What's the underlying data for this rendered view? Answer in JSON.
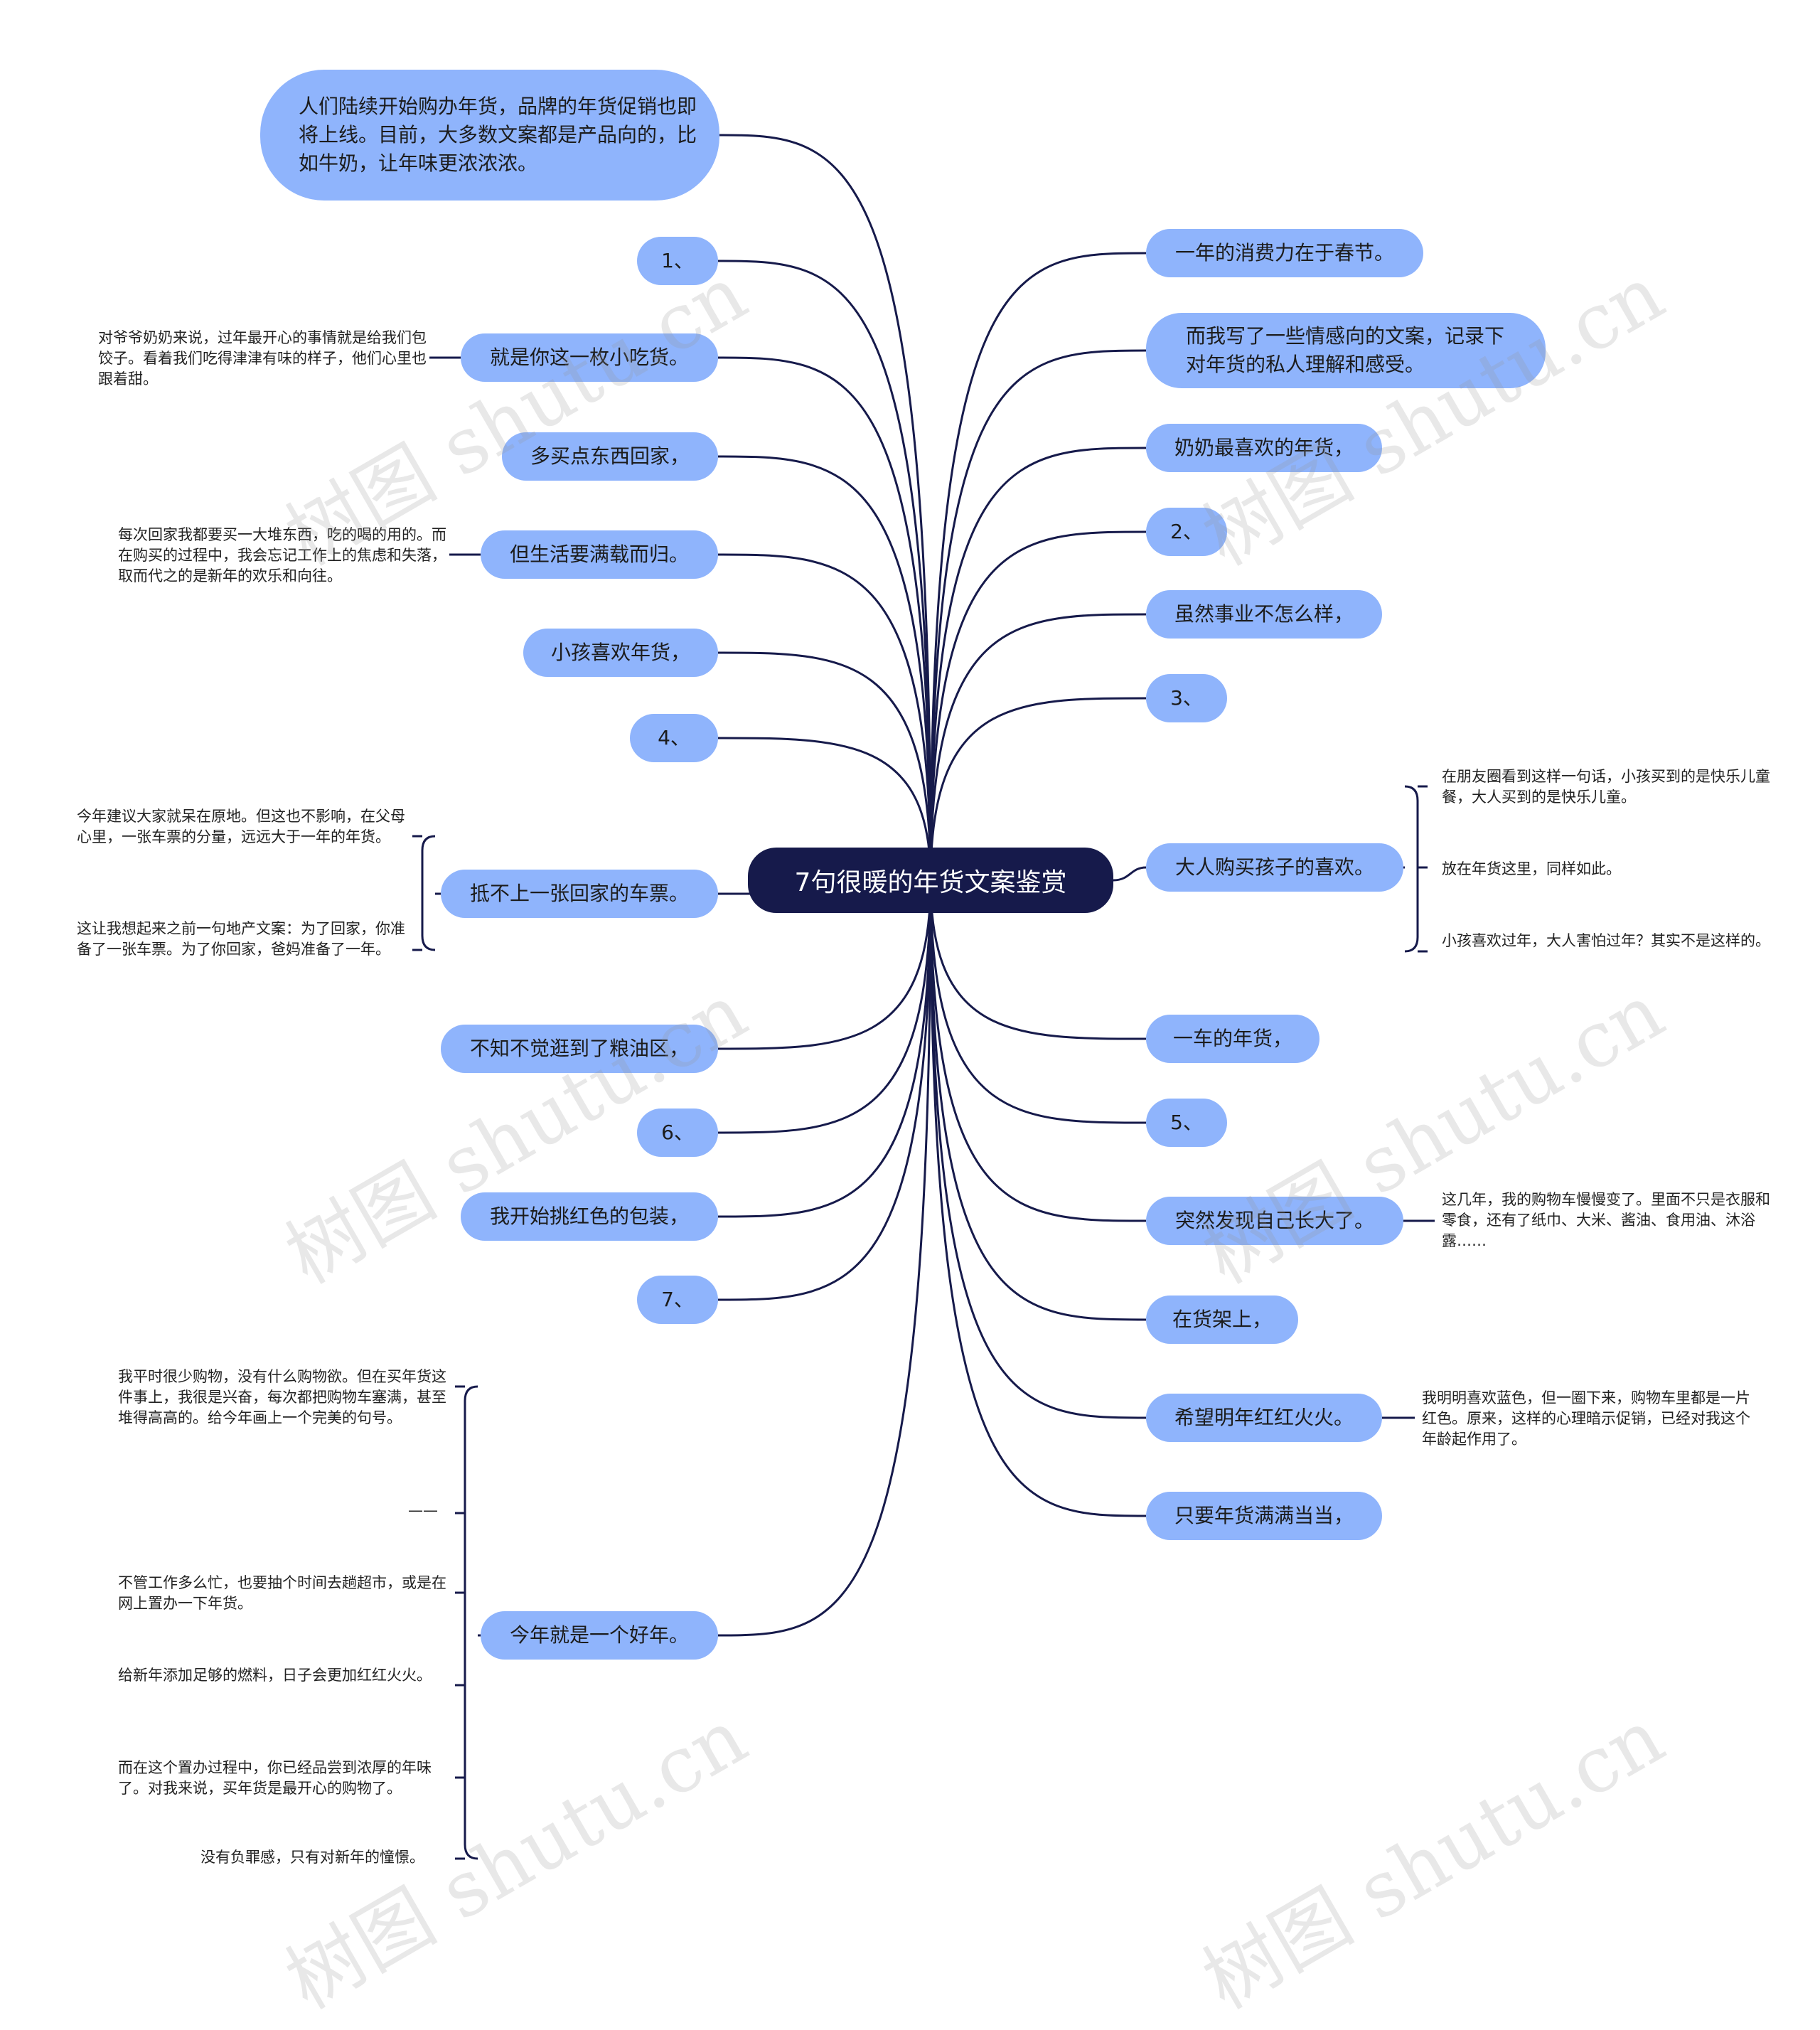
{
  "root": {
    "label": "7句很暖的年货文案鉴赏"
  },
  "left": [
    {
      "id": "L0",
      "label": "人们陆续开始购办年货，品牌的年货促销也即将上线。目前，大多数文案都是产品向的，比如牛奶，让年味更浓浓浓。"
    },
    {
      "id": "L1",
      "label": "1、"
    },
    {
      "id": "L2",
      "label": "就是你这一枚小吃货。",
      "notes": [
        "对爷爷奶奶来说，过年最开心的事情就是给我们包饺子。看着我们吃得津津有味的样子，他们心里也跟着甜。"
      ]
    },
    {
      "id": "L3",
      "label": "多买点东西回家，"
    },
    {
      "id": "L4",
      "label": "但生活要满载而归。",
      "notes": [
        "每次回家我都要买一大堆东西，吃的喝的用的。而在购买的过程中，我会忘记工作上的焦虑和失落，取而代之的是新年的欢乐和向往。"
      ]
    },
    {
      "id": "L5",
      "label": "小孩喜欢年货，"
    },
    {
      "id": "L6",
      "label": "4、"
    },
    {
      "id": "L7",
      "label": "抵不上一张回家的车票。",
      "notes": [
        "今年建议大家就呆在原地。但这也不影响，在父母心里，一张车票的分量，远远大于一年的年货。",
        "这让我想起来之前一句地产文案：为了回家，你准备了一张车票。为了你回家，爸妈准备了一年。"
      ]
    },
    {
      "id": "L8",
      "label": "不知不觉逛到了粮油区，"
    },
    {
      "id": "L9",
      "label": "6、"
    },
    {
      "id": "L10",
      "label": "我开始挑红色的包装，"
    },
    {
      "id": "L11",
      "label": "7、"
    },
    {
      "id": "L12",
      "label": "今年就是一个好年。",
      "notes": [
        "我平时很少购物，没有什么购物欲。但在买年货这件事上，我很是兴奋，每次都把购物车塞满，甚至堆得高高的。给今年画上一个完美的句号。",
        "——",
        "不管工作多么忙，也要抽个时间去趟超市，或是在网上置办一下年货。",
        "给新年添加足够的燃料，日子会更加红红火火。",
        "而在这个置办过程中，你已经品尝到浓厚的年味了。对我来说，买年货是最开心的购物了。",
        "没有负罪感，只有对新年的憧憬。"
      ]
    }
  ],
  "right": [
    {
      "id": "R0",
      "label": "一年的消费力在于春节。"
    },
    {
      "id": "R1",
      "label": "而我写了一些情感向的文案，记录下对年货的私人理解和感受。"
    },
    {
      "id": "R2",
      "label": "奶奶最喜欢的年货，"
    },
    {
      "id": "R3",
      "label": "2、"
    },
    {
      "id": "R4",
      "label": "虽然事业不怎么样，"
    },
    {
      "id": "R5",
      "label": "3、"
    },
    {
      "id": "R6",
      "label": "大人购买孩子的喜欢。",
      "notes": [
        "在朋友圈看到这样一句话，小孩买到的是快乐儿童餐，大人买到的是快乐儿童。",
        "放在年货这里，同样如此。",
        "小孩喜欢过年，大人害怕过年？其实不是这样的。"
      ]
    },
    {
      "id": "R7",
      "label": "一车的年货，"
    },
    {
      "id": "R8",
      "label": "5、"
    },
    {
      "id": "R9",
      "label": "突然发现自己长大了。",
      "notes": [
        "这几年，我的购物车慢慢变了。里面不只是衣服和零食，还有了纸巾、大米、酱油、食用油、沐浴露……"
      ]
    },
    {
      "id": "R10",
      "label": "在货架上，"
    },
    {
      "id": "R11",
      "label": "希望明年红红火火。",
      "notes": [
        "我明明喜欢蓝色，但一圈下来，购物车里都是一片红色。原来，这样的心理暗示促销，已经对我这个年龄起作用了。"
      ]
    },
    {
      "id": "R12",
      "label": "只要年货满满当当，"
    }
  ],
  "watermark": "树图 shutu.cn",
  "colors": {
    "node": "#8fb4fc",
    "root": "#161a4b",
    "line": "#161a4b"
  }
}
